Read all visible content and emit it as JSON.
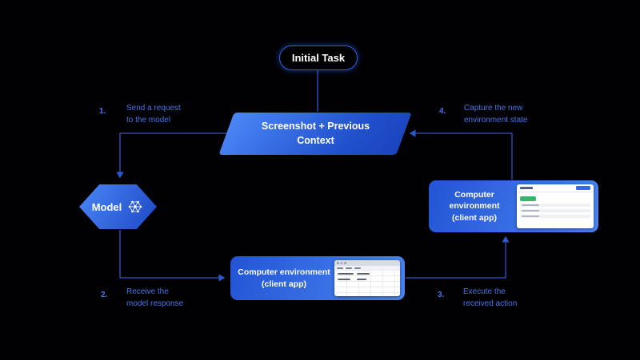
{
  "diagram": {
    "initial_task": {
      "label": "Initial Task"
    },
    "context_node": {
      "label": "Screenshot + Previous\nContext"
    },
    "model_node": {
      "label": "Model"
    },
    "env_node_right": {
      "label": "Computer environment\n(client app)"
    },
    "env_node_bottom": {
      "label": "Computer environment\n(client app)"
    },
    "steps": [
      {
        "num": "1.",
        "text": "Send a request\nto the model"
      },
      {
        "num": "2.",
        "text": "Receive the\nmodel response"
      },
      {
        "num": "3.",
        "text": "Execute the\nreceived action"
      },
      {
        "num": "4.",
        "text": "Capture the new\nenvironment state"
      }
    ],
    "colors": {
      "background": "#010103",
      "node_gradient_start": "#4b87f7",
      "node_gradient_end": "#1d47c5",
      "connector": "#2d57cc",
      "label_text": "#4a74e8",
      "node_text": "#ffffff",
      "pill_border": "#2e5fe8",
      "thumbnail_green": "#37b56a",
      "thumbnail_blue": "#2f6bee"
    }
  }
}
